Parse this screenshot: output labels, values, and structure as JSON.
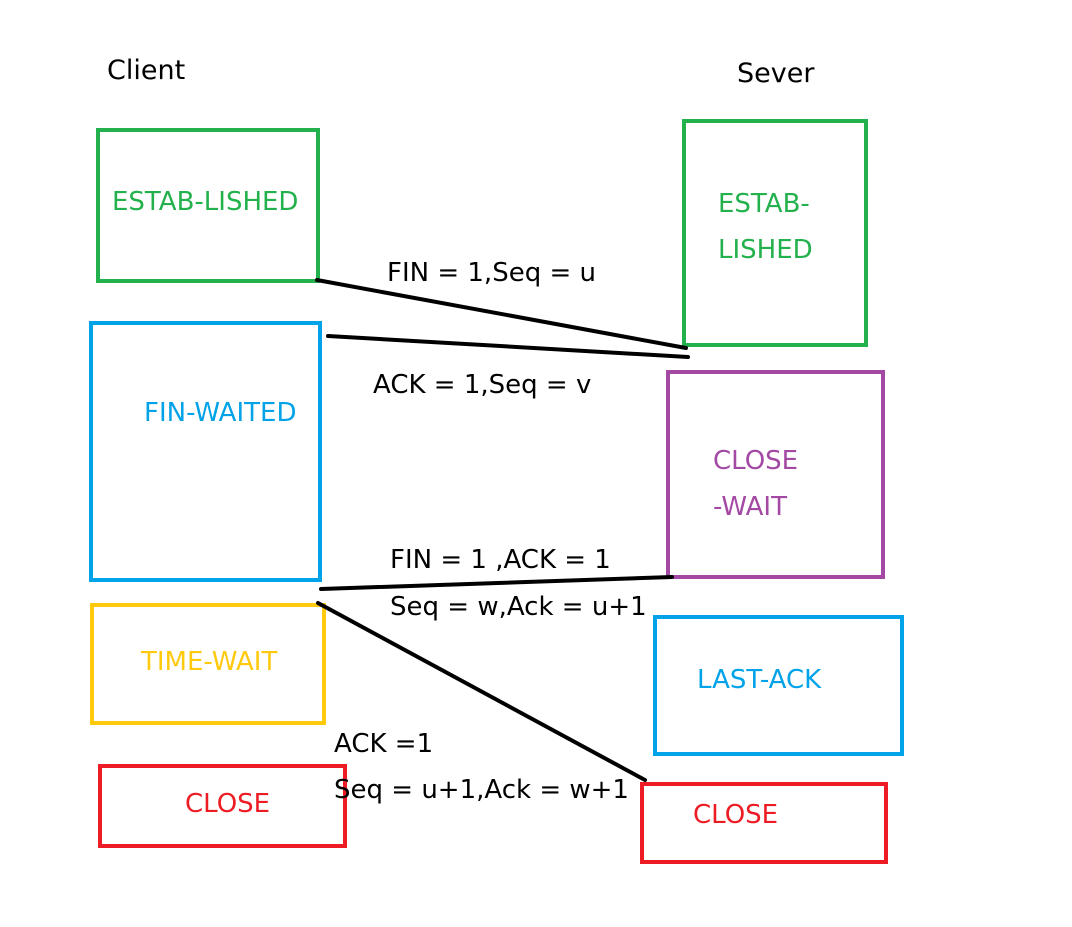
{
  "columns": {
    "client_title": "Client",
    "server_title": "Sever"
  },
  "colors": {
    "established": "#22b14c",
    "fin_wait": "#00a2e8",
    "close_wait": "#a349a4",
    "time_wait": "#ffc90e",
    "last_ack": "#00a2e8",
    "closed": "#ed1c24",
    "line": "#000000"
  },
  "client_states": {
    "established": "ESTAB-LISHED",
    "fin_waited": "FIN-WAITED",
    "time_wait": "TIME-WAIT",
    "close": "CLOSE"
  },
  "server_states": {
    "established": "ESTAB-\nLISHED",
    "close_wait": "CLOSE\n-WAIT",
    "last_ack": "LAST-ACK",
    "close": "CLOSE"
  },
  "messages": {
    "fin_client": "FIN = 1,Seq = u",
    "ack_server": "ACK = 1,Seq = v",
    "fin_server_line1": "FIN = 1 ,ACK = 1",
    "fin_server_line2": "Seq = w,Ack = u+1",
    "ack_client_line1": "ACK =1",
    "ack_client_line2": "Seq = u+1,Ack = w+1"
  }
}
